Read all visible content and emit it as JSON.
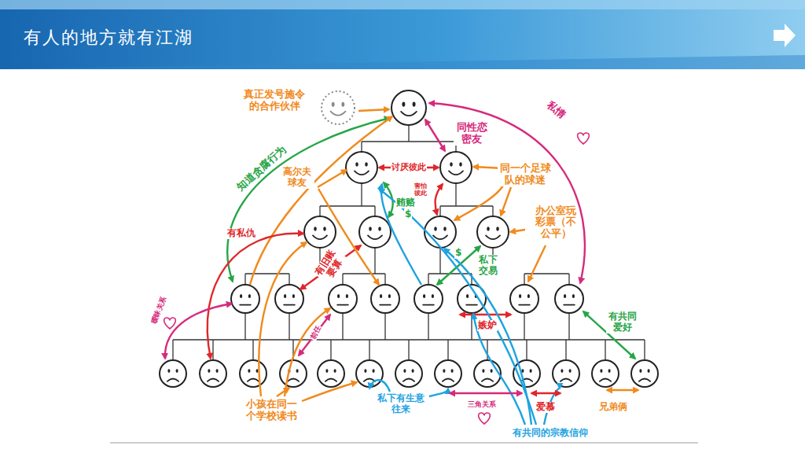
{
  "diagram": {
    "title": "有人的地方就有江湖",
    "labels": [
      "真正发号施令的合作伙伴",
      "私情",
      "同性恋密友",
      "知道贪腐行为",
      "高尔夫球友",
      "讨厌彼此",
      "害怕彼此",
      "同一个足球队的球迷",
      "贿赂",
      "$",
      "办公室玩彩票（不公平）",
      "有私仇",
      "有旧账要算",
      "$",
      "私下交易",
      "有共同爱好",
      "暧昧关系",
      "前任",
      "嫉妒",
      "小孩在同一个学校读书",
      "私下有生意往来",
      "三角关系",
      "爱慕",
      "兄弟俩",
      "有共同的宗教信仰"
    ]
  }
}
